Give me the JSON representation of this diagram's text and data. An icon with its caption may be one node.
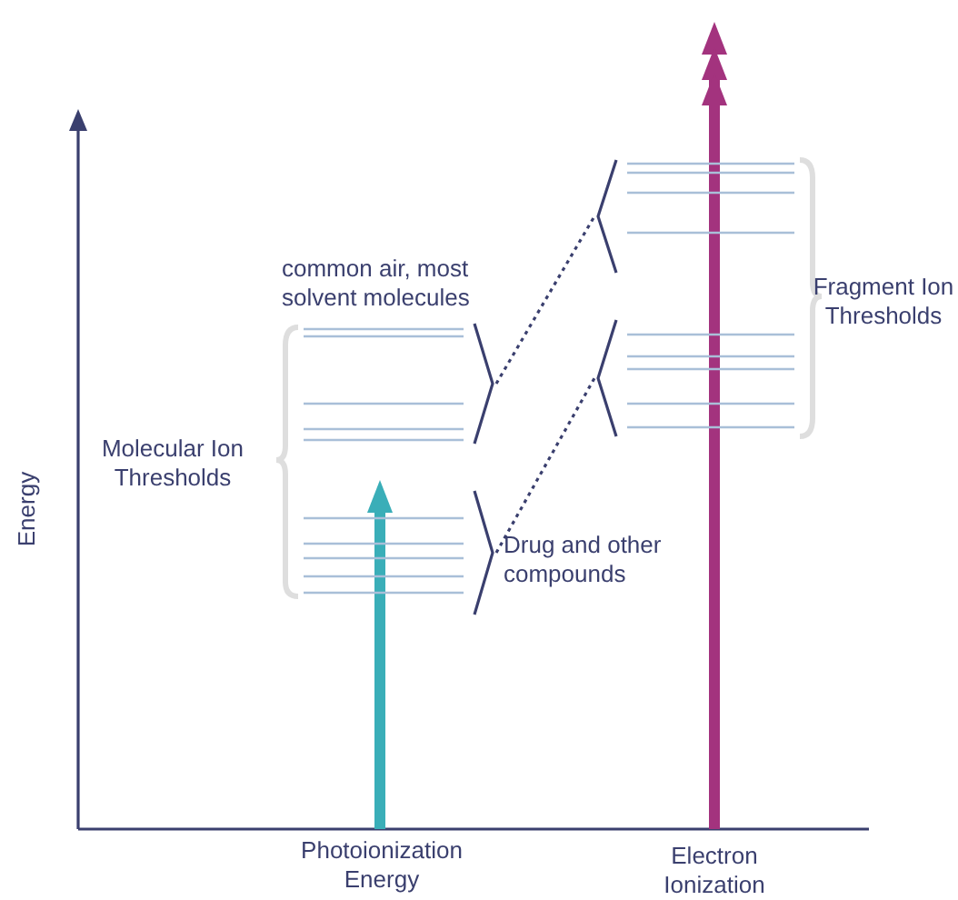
{
  "diagram": {
    "nodes": [
      {
        "text": [],
        "shape": "bar",
        "beside": [
          "common air, most solvent molecules"
        ]
      },
      {
        "text": [],
        "shape": "bar",
        "beside": [
          "Drug and other compounds"
        ]
      },
      {
        "text": [],
        "shape": "bar"
      },
      {
        "text": [],
        "shape": "bar"
      }
    ],
    "edges": [
      {
        "from": 0,
        "to": 2,
        "arrow": "none",
        "style": "dashed"
      },
      {
        "from": 1,
        "to": 3,
        "arrow": "none",
        "style": "dashed"
      }
    ],
    "labels": [
      "Fragment Ion Thresholds",
      "Molecular Ion Thresholds",
      "Energy",
      "Photoionization Energy",
      "Electron Ionization"
    ]
  }
}
